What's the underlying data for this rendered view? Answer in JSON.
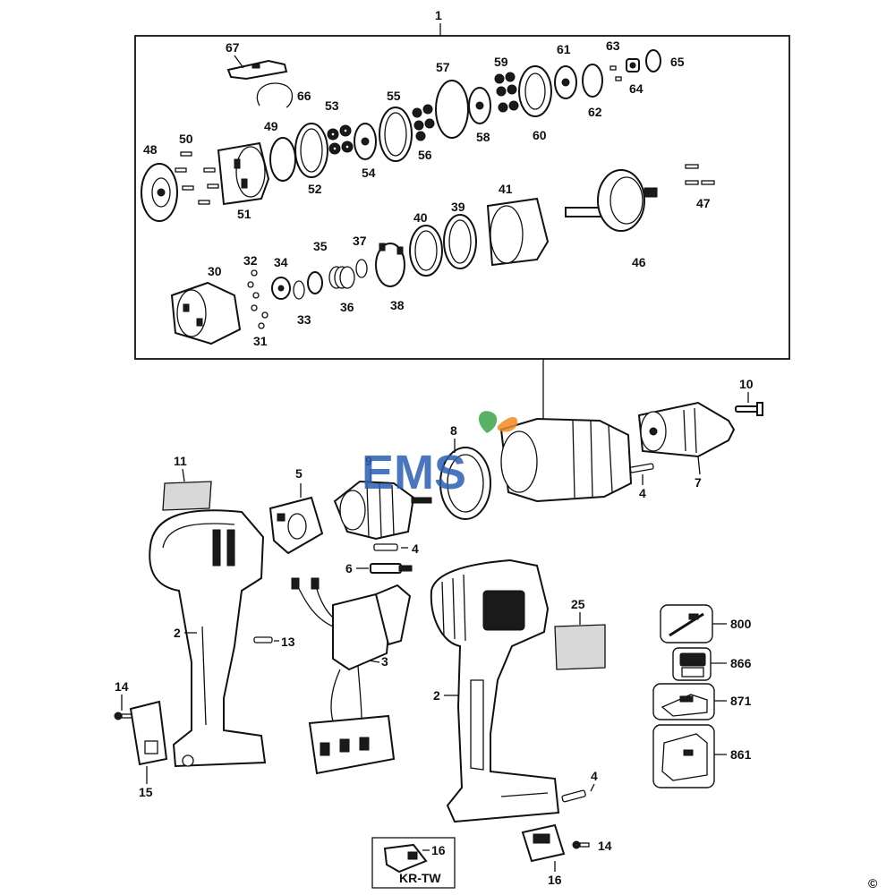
{
  "diagram": {
    "top_label": "1",
    "labels": {
      "p2a": "2",
      "p2b": "2",
      "p3": "3",
      "p4a": "4",
      "p4b": "4",
      "p4c": "4",
      "p5": "5",
      "p6": "6",
      "p7": "7",
      "p8": "8",
      "p9": "9",
      "p10": "10",
      "p11": "11",
      "p13": "13",
      "p14a": "14",
      "p14b": "14",
      "p15": "15",
      "p16a": "16",
      "p16b": "16",
      "p25": "25",
      "p30": "30",
      "p31": "31",
      "p32": "32",
      "p33": "33",
      "p34": "34",
      "p35": "35",
      "p36": "36",
      "p37": "37",
      "p38": "38",
      "p39": "39",
      "p40": "40",
      "p41": "41",
      "p46": "46",
      "p47": "47",
      "p48": "48",
      "p49": "49",
      "p50": "50",
      "p51": "51",
      "p52": "52",
      "p53": "53",
      "p54": "54",
      "p55": "55",
      "p56": "56",
      "p57": "57",
      "p58": "58",
      "p59": "59",
      "p60": "60",
      "p61": "61",
      "p62": "62",
      "p63": "63",
      "p64": "64",
      "p65": "65",
      "p66": "66",
      "p67": "67",
      "p800": "800",
      "p866": "866",
      "p871": "871",
      "p861": "861"
    },
    "variant_label": "KR-TW",
    "copyright": "©"
  },
  "watermark": {
    "text": "EMS",
    "color_blue": "#2b5fb4",
    "color_green": "#3aa648",
    "color_orange": "#f08a24"
  }
}
